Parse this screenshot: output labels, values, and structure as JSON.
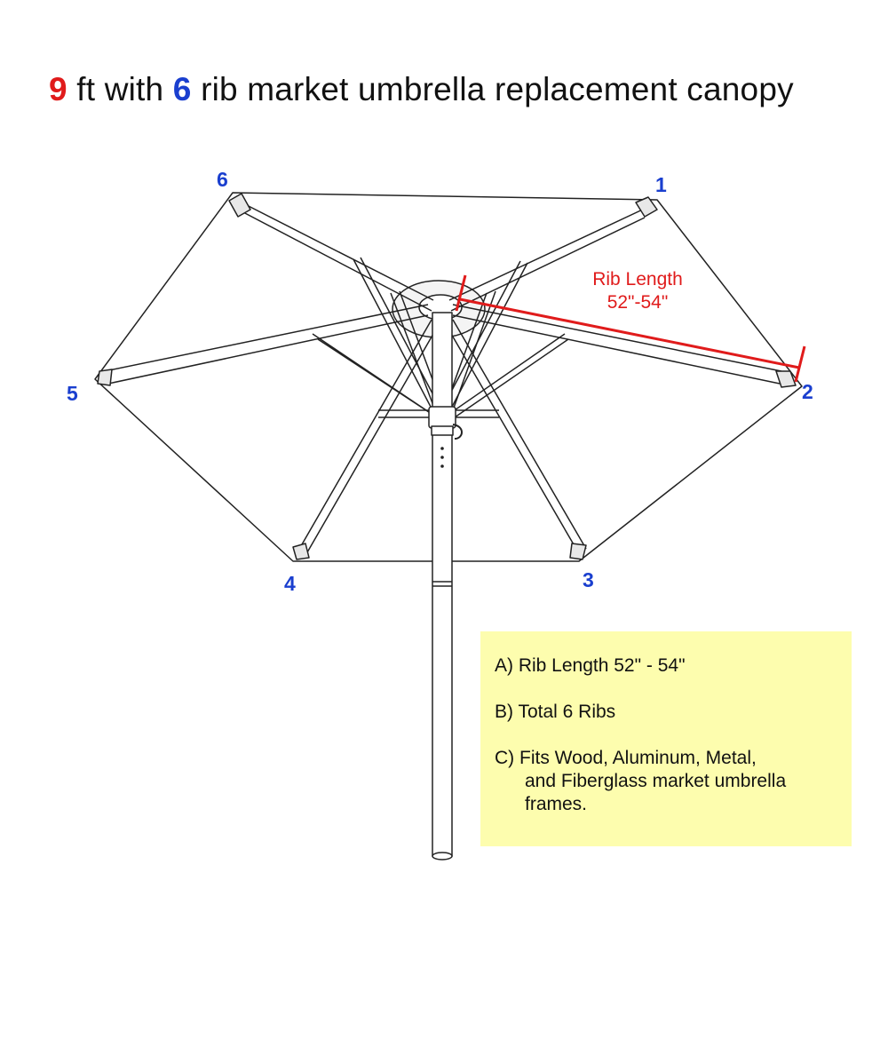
{
  "title": {
    "ft_value": "9",
    "ft_text": "ft with",
    "rib_value": "6",
    "rest_text": "rib market umbrella replacement canopy"
  },
  "colors": {
    "red": "#e01b1b",
    "blue": "#1a3fcf",
    "info_bg": "#fdfdae"
  },
  "rib_numbers": [
    "1",
    "2",
    "3",
    "4",
    "5",
    "6"
  ],
  "rib_length_label": {
    "line1": "Rib Length",
    "line2": "52\"-54\""
  },
  "info": {
    "a": "A) Rib Length 52\" - 54\"",
    "b": "B) Total 6 Ribs",
    "c_line1": "C) Fits Wood, Aluminum, Metal,",
    "c_line2": "and Fiberglass market umbrella",
    "c_line3": "frames."
  }
}
